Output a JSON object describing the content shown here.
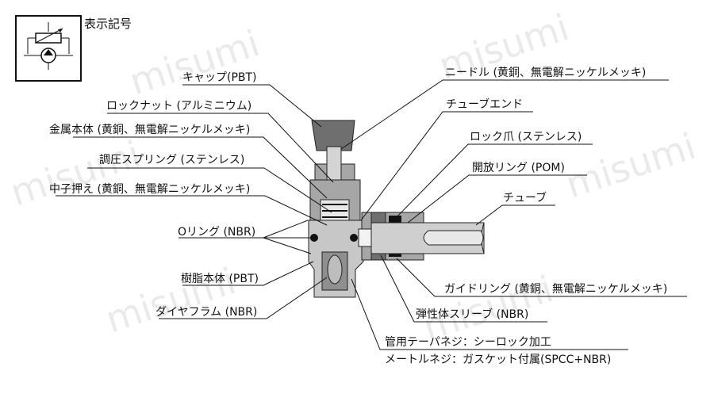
{
  "symbol_title": "表示記号",
  "watermark": "misumi",
  "labels": {
    "cap": "キャップ(PBT)",
    "lock_nut": "ロックナット (アルミニウム)",
    "metal_body": "金属本体 (黄銅、無電解ニッケルメッキ)",
    "spring": "調圧スプリング (ステンレス)",
    "core_push": "中子押え (黄銅、無電解ニッケルメッキ)",
    "o_ring": "Oリング (NBR)",
    "resin_body": "樹脂本体 (PBT)",
    "diaphragm": "ダイヤフラム (NBR)",
    "needle": "ニードル (黄銅、無電解ニッケルメッキ)",
    "tube_end": "チューブエンド",
    "lock_claw": "ロック爪 (ステンレス)",
    "release_ring": "開放リング (POM)",
    "tube": "チューブ",
    "guide_ring": "ガイドリング (黄銅、無電解ニッケルメッキ)",
    "elastic_sleeve": "弾性体スリーブ (NBR)",
    "pipe_thread": "管用テーパネジ：シーロック加工",
    "metric_thread": "メートルネジ：ガスケット付属(SPCC+NBR)"
  },
  "colors": {
    "dark_part": "#6f6f6f",
    "mid_part": "#a6a6a6",
    "light_part": "#d4d4d4",
    "tube": "#cfcfcf"
  }
}
